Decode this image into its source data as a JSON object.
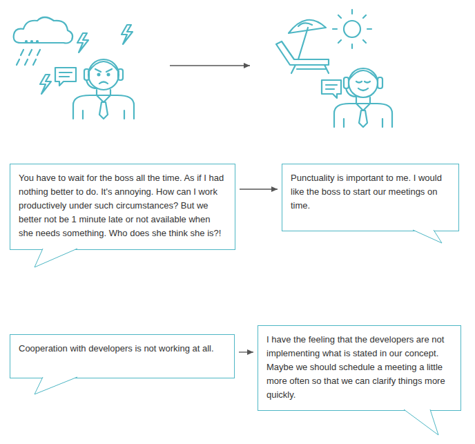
{
  "diagram": {
    "nodes": [
      {
        "text": [
          "You have to wait for the boss all the time. As if I had nothing better to do. It's annoying. How can I work productively under such circumstances? But we better not be 1 minute late or not available when she needs something. Who does she think she is?!"
        ]
      },
      {
        "text": [
          "Punctuality is important to me. I would like the boss to start our meetings on time."
        ]
      },
      {
        "text": [
          "Cooperation with developers is not working at all."
        ]
      },
      {
        "text": [
          "I have the feeling that the developers are not implementing what is stated in our concept. Maybe we should schedule a meeting a little more often so that we can clarify things more quickly."
        ]
      }
    ],
    "edges": [
      {
        "from": 0,
        "to": 1,
        "arrow": "to"
      },
      {
        "from": 2,
        "to": 3,
        "arrow": "to"
      }
    ]
  }
}
